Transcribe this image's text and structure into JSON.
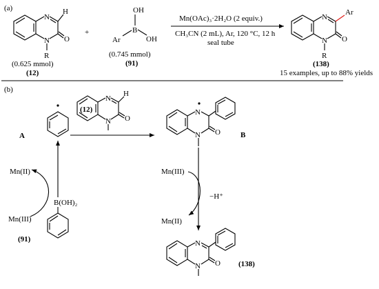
{
  "panel_a": {
    "label": "(a)",
    "plus": "+",
    "reactant1": {
      "atom_N_top": "N",
      "atom_H": "H",
      "atom_N_bottom": "N",
      "atom_O": "O",
      "atom_R": "R",
      "amount": "(0.625 mmol)",
      "id": "(12)"
    },
    "reactant2": {
      "atom_OH_top": "OH",
      "atom_B": "B",
      "atom_Ar": "Ar",
      "atom_OH_right": "OH",
      "amount": "(0.745 mmol)",
      "id": "(91)"
    },
    "conditions": {
      "line1": "Mn(OAc)₃·2H₂O (2 equiv.)",
      "line2": "CH₃CN (2 mL), Ar, 120 °C, 12 h",
      "line3": "seal tube"
    },
    "product": {
      "atom_N_top": "N",
      "atom_Ar": "Ar",
      "atom_N_bottom": "N",
      "atom_O": "O",
      "atom_R": "R",
      "id": "(138)",
      "note": "15 examples, up to 88% yields"
    }
  },
  "panel_b": {
    "label": "(b)",
    "radical_A": {
      "label": "A"
    },
    "reagent_12": {
      "id": "(12)",
      "atom_N_top": "N",
      "atom_H": "H",
      "atom_N_bottom": "N",
      "atom_O": "O"
    },
    "intermediate_B": {
      "label": "B",
      "atom_N_top": "N",
      "atom_N_bottom": "N",
      "atom_O": "O"
    },
    "mn_cycle_left": {
      "top": "Mn(II)",
      "bottom": "Mn(III)"
    },
    "mn_cycle_right": {
      "top": "Mn(III)",
      "bottom": "Mn(II)",
      "loss": "−H⁺"
    },
    "boronic_acid": {
      "group": "B(OH)₂",
      "id": "(91)"
    },
    "product_138": {
      "id": "(138)",
      "atom_N_top": "N",
      "atom_N_bottom": "N",
      "atom_O": "O"
    }
  }
}
